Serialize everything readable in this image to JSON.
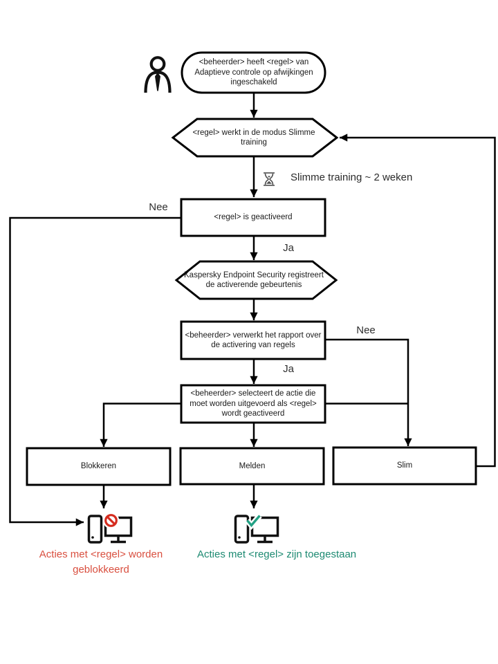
{
  "diagram": {
    "nodes": {
      "start": {
        "text": "<beheerder> heeft <regel> van\nAdaptieve controle op afwijkingen\ningeschakeld"
      },
      "training_mode": {
        "text": "<regel> werkt in de modus Slimme\ntraining"
      },
      "rule_activated": {
        "text": "<regel> is geactiveerd"
      },
      "event_registered": {
        "text": "Kaspersky Endpoint Security registreert\nde activerende gebeurtenis"
      },
      "report_processed": {
        "text": "<beheerder> verwerkt het rapport over\nde activering van regels"
      },
      "action_selected": {
        "text": "<beheerder> selecteert de actie die\nmoet worden uitgevoerd als <regel>\nwordt geactiveerd"
      },
      "action_block": {
        "text": "Blokkeren"
      },
      "action_notify": {
        "text": "Melden"
      },
      "action_smart": {
        "text": "Slim"
      }
    },
    "labels": {
      "nee_rule": "Nee",
      "ja_rule": "Ja",
      "nee_report": "Nee",
      "ja_report": "Ja",
      "training_duration": "Slimme training ~ 2 weken",
      "blocked_result": "Acties met <regel> worden\ngeblokkeerd",
      "allowed_result": "Acties met <regel> zijn toegestaan"
    },
    "icons": {
      "user": "person-outline",
      "hourglass": "⏳",
      "blocked_computer": "computer with 🚫 prohibition badge",
      "allowed_computer": "computer with ✓ checkmark badge"
    },
    "colors": {
      "background": "#ffffff",
      "line": "#000000",
      "blocked_text": "#d94f3f",
      "allowed_text": "#1d8a72",
      "prohibition_red": "#d52b1e",
      "check_green": "#23a184"
    }
  }
}
